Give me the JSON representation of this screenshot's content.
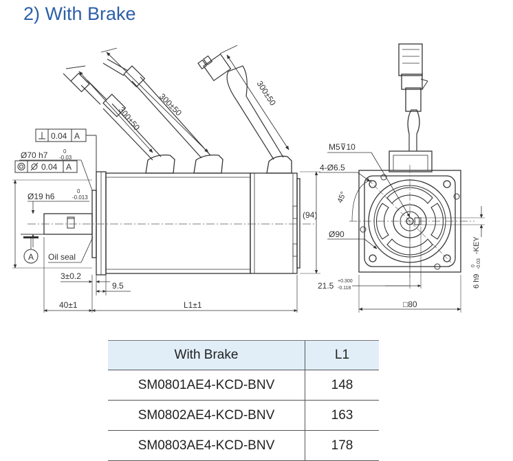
{
  "heading": "2) With Brake",
  "drawing": {
    "cable_1": "300±50",
    "cable_2": "300±50",
    "cable_3": "300±50",
    "perp_tol": "0.04",
    "datum_a": "A",
    "pilot": "Ø70 h7",
    "pilot_tol_upper": "0",
    "pilot_tol_lower": "-0.03",
    "conc_tol": "0.04",
    "shaft": "Ø19 h6",
    "shaft_tol_upper": "0",
    "shaft_tol_lower": "-0.013",
    "oil_seal": "Oil seal",
    "flange_gap": "3±0.2",
    "flange_thk": "9.5",
    "shaft_len": "40±1",
    "body_len": "L1±1",
    "height": "(94)",
    "tap": "M5⊽10",
    "holes": "4-Ø6.5",
    "angle": "45°",
    "pcd": "Ø90",
    "key_offset": "21.5",
    "key_tol_upper": "+0.300",
    "key_tol_lower": "-0.118",
    "key": "6 h9",
    "key_tol_upper2": "0",
    "key_tol_lower2": "-0.03",
    "key_label": "-KEY",
    "square": "□80"
  },
  "table": {
    "headers": [
      "With Brake",
      "L1"
    ],
    "rows": [
      {
        "model": "SM0801AE4-KCD-BNV",
        "l1": "148"
      },
      {
        "model": "SM0802AE4-KCD-BNV",
        "l1": "163"
      },
      {
        "model": "SM0803AE4-KCD-BNV",
        "l1": "178"
      }
    ]
  }
}
